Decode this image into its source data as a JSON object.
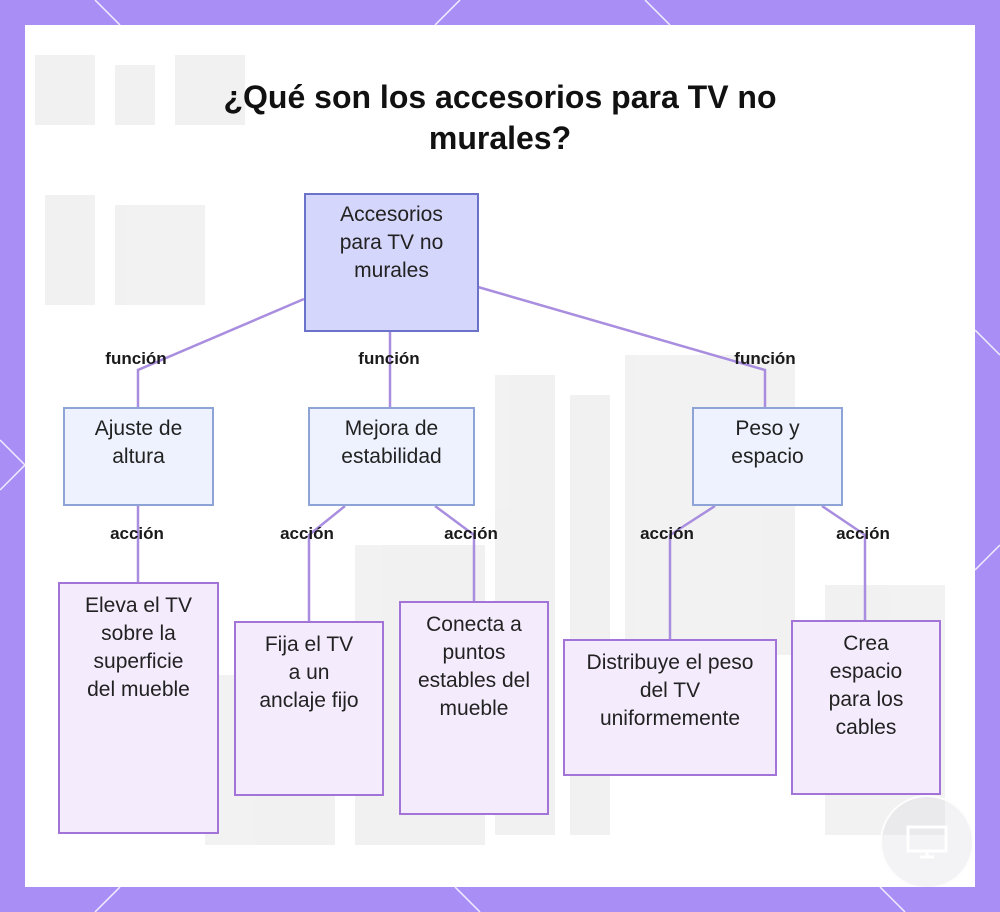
{
  "title": "¿Qué son los accesorios para TV no murales?",
  "root": {
    "label": "Accesorios para TV no murales"
  },
  "edges": {
    "funcion": "función",
    "accion": "acción"
  },
  "categories": [
    {
      "label": "Ajuste de altura"
    },
    {
      "label": "Mejora de estabilidad"
    },
    {
      "label": "Peso y espacio"
    }
  ],
  "leaves": [
    {
      "label": "Eleva el TV sobre la superficie del mueble"
    },
    {
      "label": "Fija el TV a un anclaje fijo"
    },
    {
      "label": "Conecta a puntos estables del mueble"
    },
    {
      "label": "Distribuye el peso del TV uniformemente"
    },
    {
      "label": "Crea espacio para los cables"
    }
  ],
  "colors": {
    "frame": "#a88ef5",
    "root_fill": "#d5d6fb",
    "root_border": "#6a73c9",
    "category_fill": "#eef2fe",
    "category_border": "#8ea3d6",
    "leaf_fill": "#f4ebfd",
    "leaf_border": "#a274d8",
    "connector": "#a98ee0"
  }
}
